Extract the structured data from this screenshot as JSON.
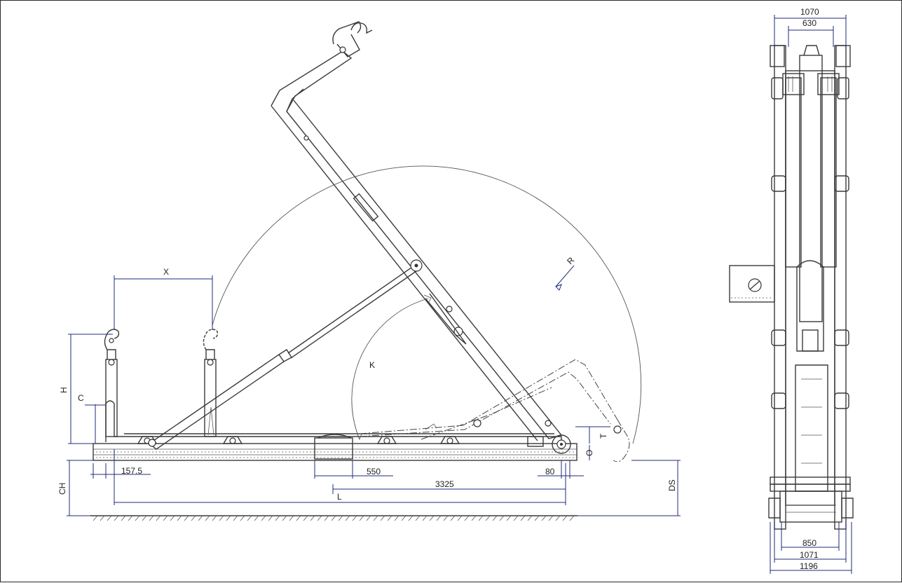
{
  "side_view": {
    "dimensions": {
      "x": "X",
      "h": "H",
      "c": "C",
      "t": "T",
      "o": "O",
      "ch": "CH",
      "ds": "DS",
      "l": "L",
      "r": "R",
      "k": "K",
      "d157": "157.5",
      "d550": "550",
      "d3325": "3325",
      "d80": "80"
    }
  },
  "end_view": {
    "dimensions": {
      "top_outer": "1070",
      "top_inner": "630",
      "bottom_850": "850",
      "bottom_1071": "1071",
      "bottom_1196": "1196"
    }
  }
}
